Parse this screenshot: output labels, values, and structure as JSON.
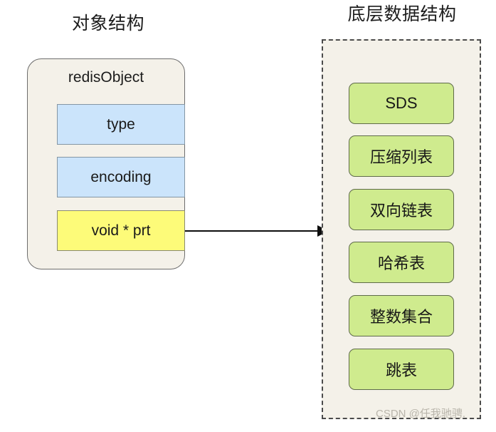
{
  "titles": {
    "object_structure": "对象结构",
    "underlying_structure": "底层数据结构"
  },
  "object_structure": {
    "container_label": "redisObject",
    "fields": [
      {
        "label": "type",
        "color": "#cbe4fb"
      },
      {
        "label": "encoding",
        "color": "#cbe4fb"
      },
      {
        "label": "void * prt",
        "color": "#fdfb79"
      }
    ]
  },
  "underlying_structure": {
    "items": [
      {
        "label": "SDS"
      },
      {
        "label": "压缩列表"
      },
      {
        "label": "双向链表"
      },
      {
        "label": "哈希表"
      },
      {
        "label": "整数集合"
      },
      {
        "label": "跳表"
      }
    ]
  },
  "connector": {
    "name": "ptr-to-datastructures-arrow",
    "from": "void * prt",
    "to": "底层数据结构"
  },
  "watermark": "CSDN @任我驰骋.",
  "colors": {
    "panel_background": "#f4f1e9",
    "blue_field": "#cbe4fb",
    "yellow_field": "#fdfb79",
    "green_item": "#cfeb8e",
    "border_dark": "#6d6d6d",
    "page_background": "#ffffff"
  }
}
